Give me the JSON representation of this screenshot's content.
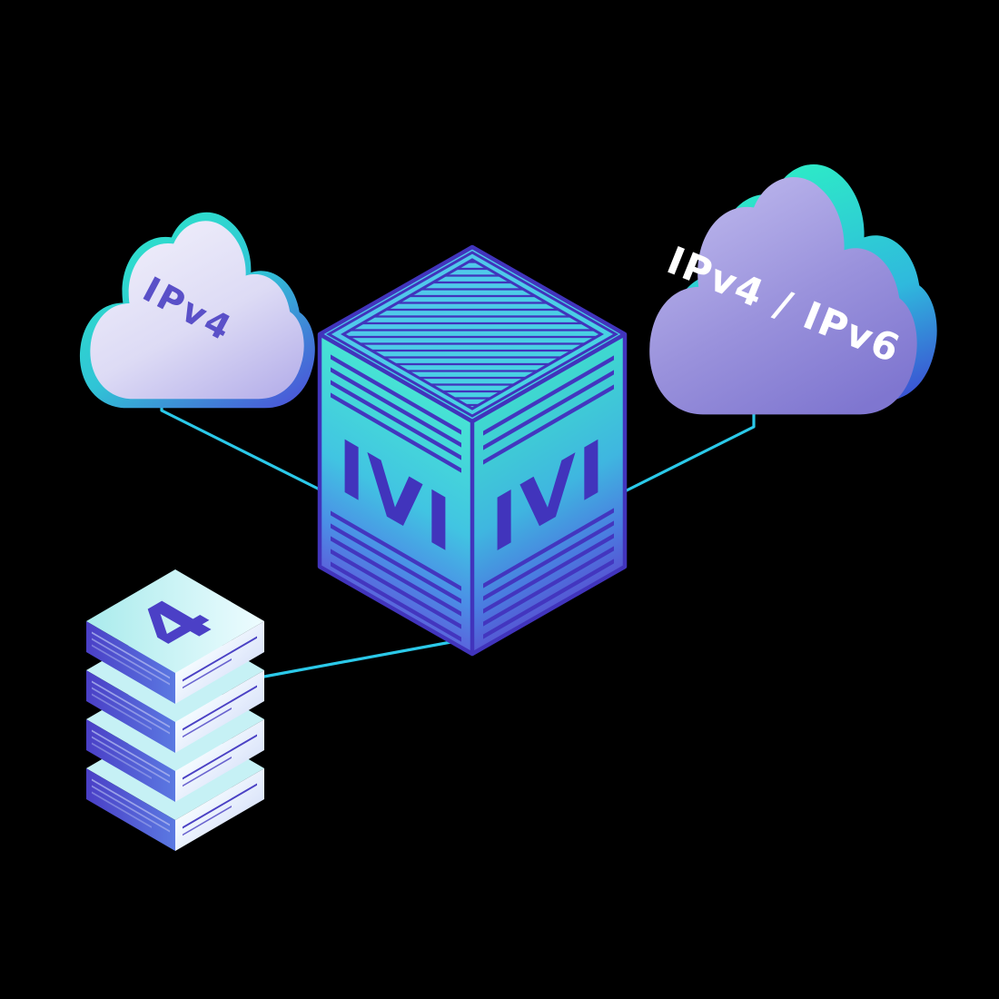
{
  "scene": {
    "background_color": "#000000",
    "connector_color": "#2bc9e9",
    "left_cloud": {
      "label": "IPv4",
      "label_color": "#5a50c8"
    },
    "right_cloud": {
      "label": "IPv4 / IPv6",
      "label_color": "#ffffff"
    },
    "ivi_translator": {
      "left_face_label": "IVI",
      "right_face_label": "IVI",
      "label_color": "#4134bc"
    },
    "server_stack": {
      "top_label": "4",
      "label_color": "#4b40c6",
      "unit_count": 4
    },
    "palette": {
      "teal_accent": "#2de8c8",
      "indigo_line": "#4134bc",
      "cube_teal": "#45e2d4",
      "cloud_lavender": "#d8d6f3",
      "cloud_purple": "#8a80d4"
    }
  }
}
